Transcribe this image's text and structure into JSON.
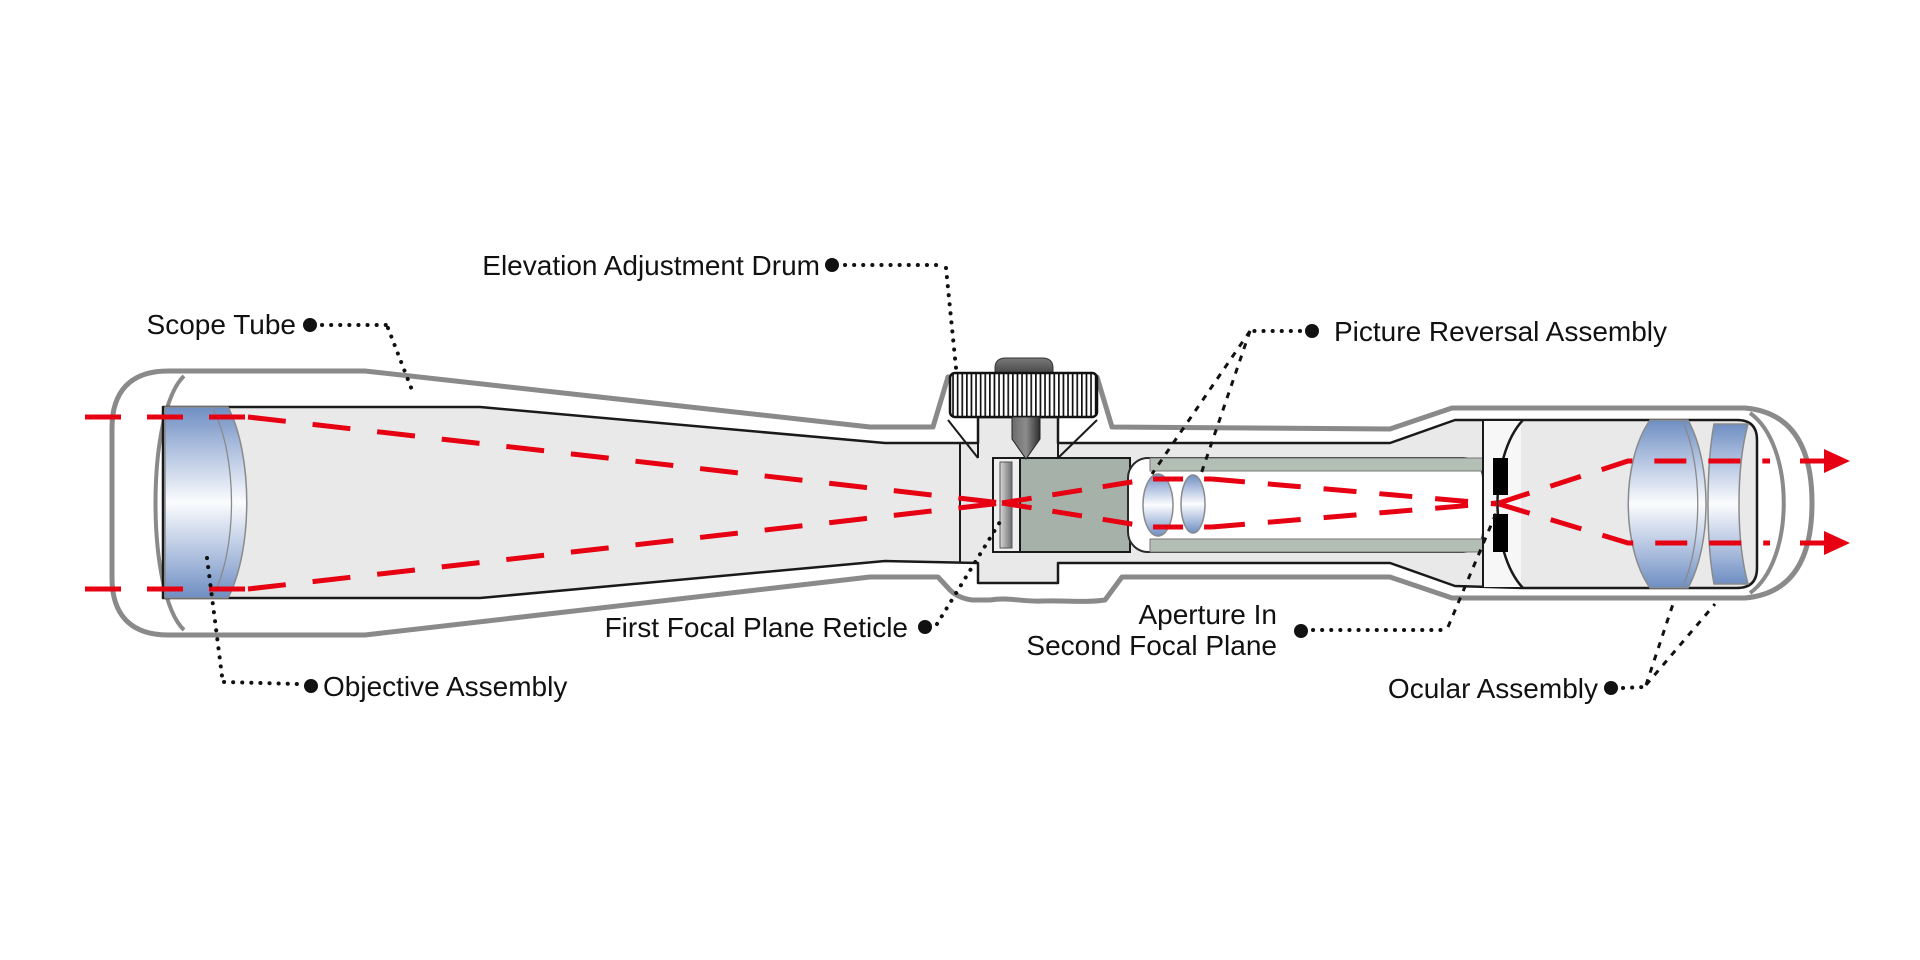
{
  "diagram": {
    "labels": {
      "scope_tube": "Scope Tube",
      "elevation_drum": "Elevation Adjustment Drum",
      "picture_reversal": "Picture Reversal Assembly",
      "objective": "Objective Assembly",
      "ffp_reticle": "First Focal Plane Reticle",
      "aperture_line1": "Aperture In",
      "aperture_line2": "Second Focal Plane",
      "ocular": "Ocular Assembly"
    },
    "colors": {
      "ray_red": "#e60012",
      "body_outline_gray": "#8a8a8a",
      "ink_black": "#1a1a1a",
      "interior_gray": "#e9e9e9",
      "erector_housing_sage": "#a6b2a9",
      "lens_blue": "#6e8ec2",
      "label_text": "#111111",
      "background": "#ffffff"
    }
  }
}
